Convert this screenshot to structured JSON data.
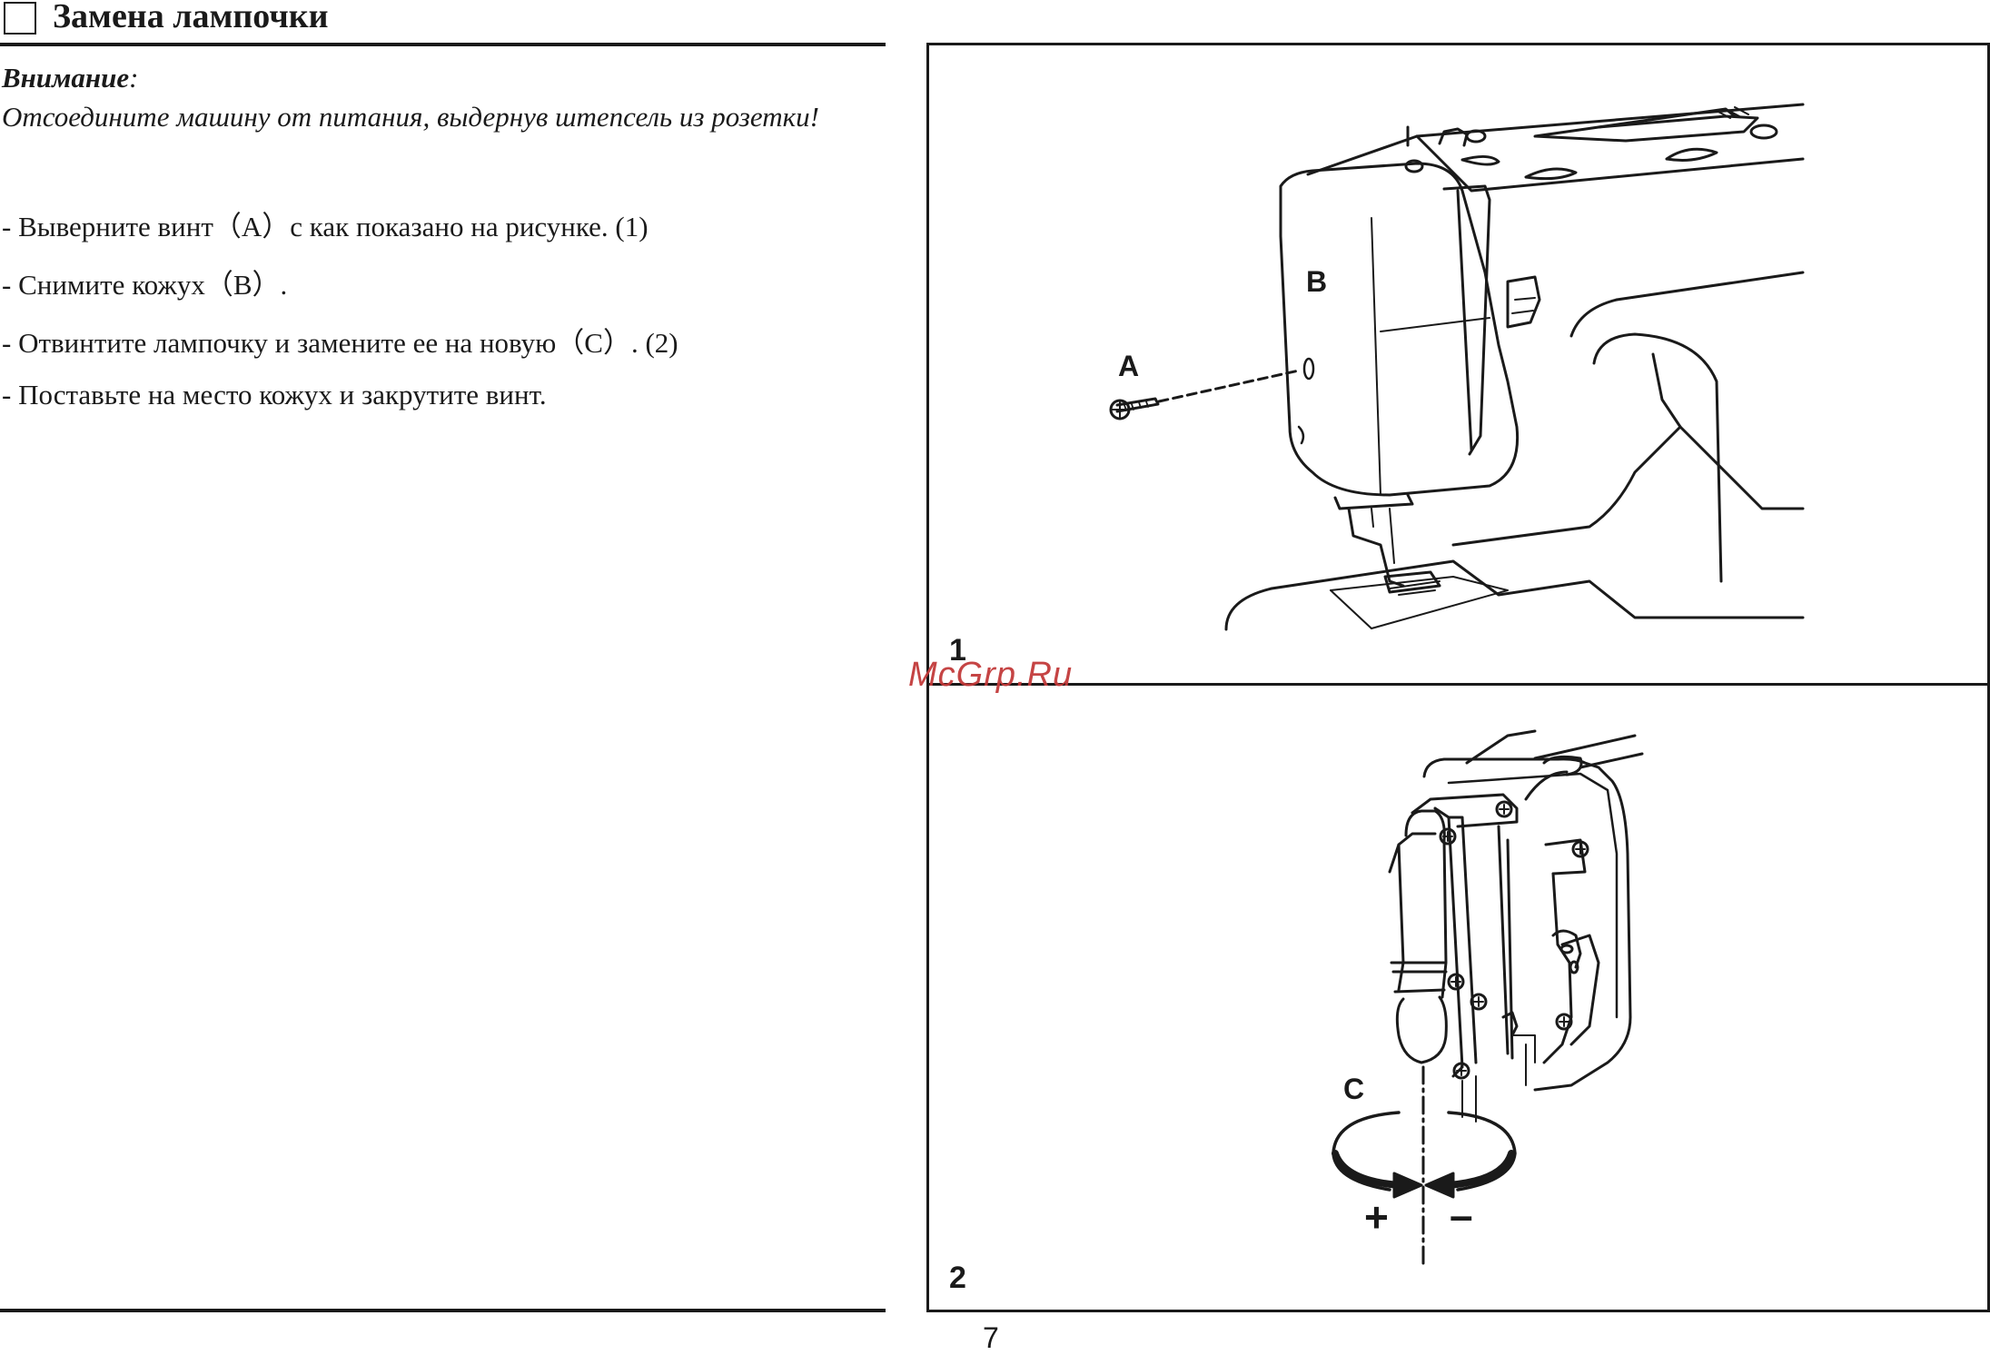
{
  "section": {
    "title": "Замена лампочки"
  },
  "warning": {
    "label": "Внимание",
    "colon": ":",
    "text": "Отсоедините машину от питания, выдернув штепсель из розетки!"
  },
  "steps": [
    "- Выверните винт（A）с как показано на рисунке. (1)",
    "- Снимите кожух（B）.",
    "- Отвинтите лампочку и замените ее на новую（C）. (2)",
    "- Поставьте на место кожух и закрутите винт."
  ],
  "figures": {
    "fig1_label": "1",
    "fig2_label": "2",
    "part_a": "A",
    "part_b": "B",
    "part_c": "C",
    "plus": "+",
    "minus": "–"
  },
  "watermark": "McGrp.Ru",
  "page_number": "7"
}
